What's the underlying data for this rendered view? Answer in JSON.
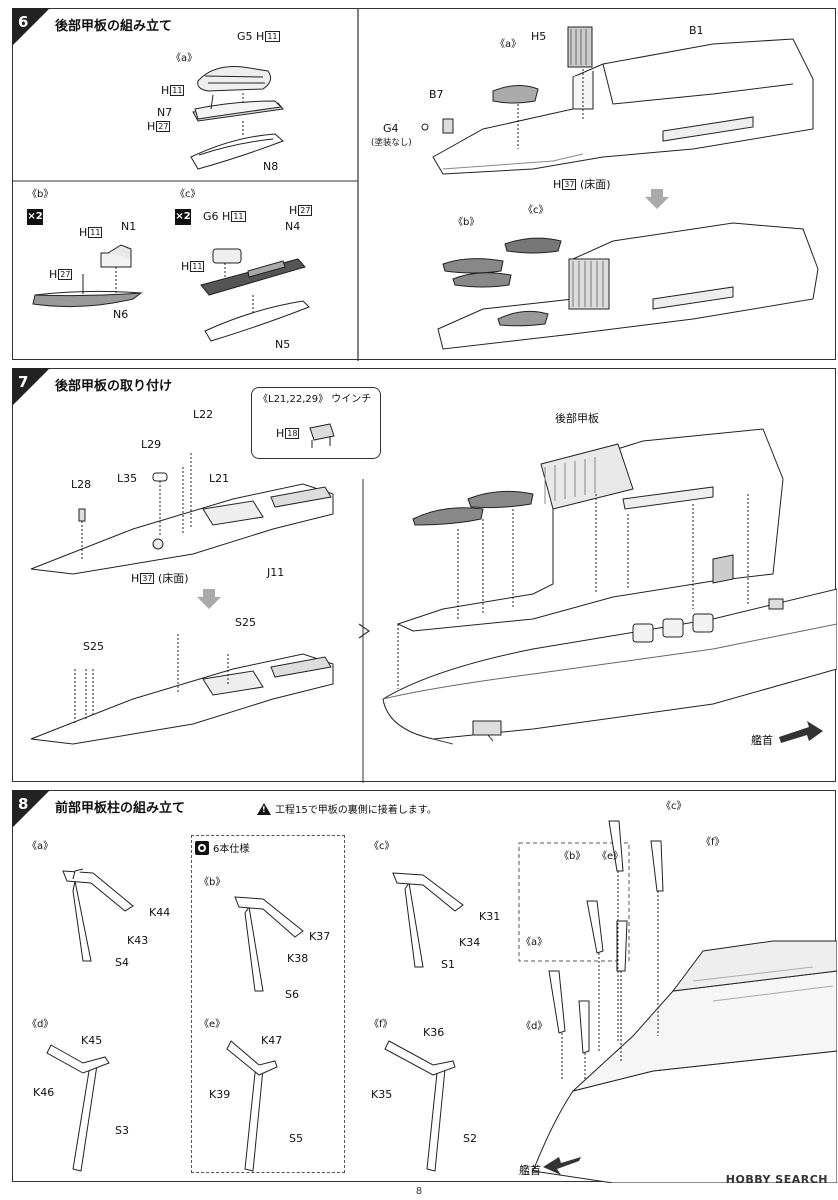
{
  "step6": {
    "number": "6",
    "title": "後部甲板の組み立て",
    "variant_a": "《a》",
    "variant_b": "《b》",
    "variant_c": "《c》",
    "x2_a": "×2",
    "x2_b": "×2",
    "parts": {
      "G5": "G5",
      "H": "H",
      "h11": "11",
      "h27": "27",
      "h37": "37",
      "N7": "N7",
      "N8": "N8",
      "N1": "N1",
      "N6": "N6",
      "G6": "G6",
      "N4": "N4",
      "N5": "N5",
      "H5": "H5",
      "B1": "B1",
      "B7": "B7",
      "G4": "G4",
      "G4_note": "(塗装なし)",
      "floor_note": "(床面)"
    },
    "ref_a": "《a》",
    "ref_b": "《b》",
    "ref_c": "《c》"
  },
  "step7": {
    "number": "7",
    "title": "後部甲板の取り付け",
    "callout_title": "《L21,22,29》",
    "callout_sub": "ウインチ",
    "parts": {
      "L22": "L22",
      "L29": "L29",
      "L35": "L35",
      "L21": "L21",
      "L28": "L28",
      "H": "H",
      "h37": "37",
      "h18": "18",
      "floor_note": "(床面)",
      "J11": "J11",
      "S25a": "S25",
      "S25b": "S25"
    },
    "deck_label": "後部甲板",
    "bow_label": "艦首"
  },
  "step8": {
    "number": "8",
    "title": "前部甲板柱の組み立て",
    "warning": "工程15で甲板の裏側に接着します。",
    "six_spec": "6本仕様",
    "variants": {
      "a": "《a》",
      "b": "《b》",
      "c": "《c》",
      "d": "《d》",
      "e": "《e》",
      "f": "《f》"
    },
    "parts": {
      "K44": "K44",
      "K43": "K43",
      "S4": "S4",
      "K37": "K37",
      "K38": "K38",
      "S6": "S6",
      "K31": "K31",
      "K34": "K34",
      "S1": "S1",
      "K45": "K45",
      "K46": "K46",
      "S3": "S3",
      "K47": "K47",
      "K39": "K39",
      "S5": "S5",
      "K36": "K36",
      "K35": "K35",
      "S2": "S2"
    },
    "bow_label": "艦首"
  },
  "page_number": "8",
  "watermark": "HOBBY SEARCH"
}
